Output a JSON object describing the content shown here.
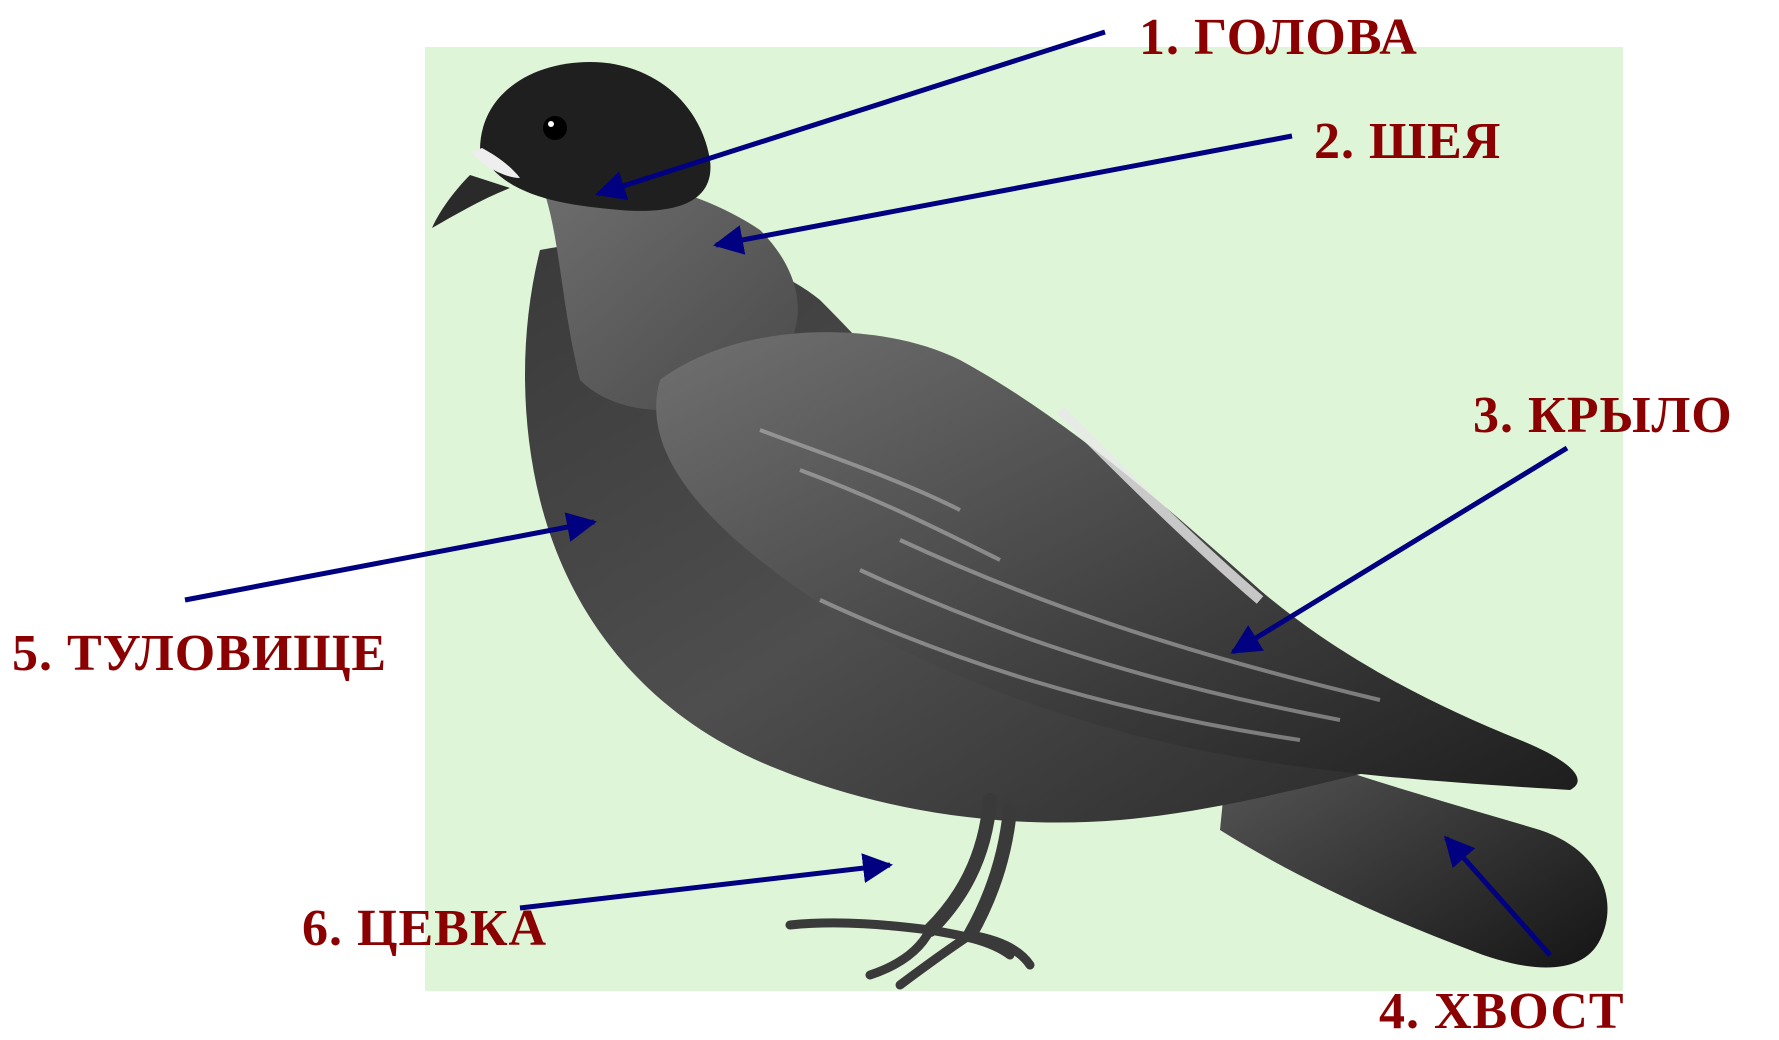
{
  "labels": {
    "head": "1. ГОЛОВА",
    "neck": "2. ШЕЯ",
    "wing": "3. КРЫЛО",
    "tail": "4. ХВОСТ",
    "body": "5. ТУЛОВИЩЕ",
    "tarsus": "6. ЦЕВКА"
  },
  "colors": {
    "label_text": "#8b0000",
    "arrow": "#000080",
    "panel_background": "#dff5d8",
    "bird_dark": "#2b2b2b",
    "bird_mid": "#5a5a5a",
    "bird_light": "#8a8a8a"
  },
  "image": {
    "subject": "pigeon-illustration"
  }
}
